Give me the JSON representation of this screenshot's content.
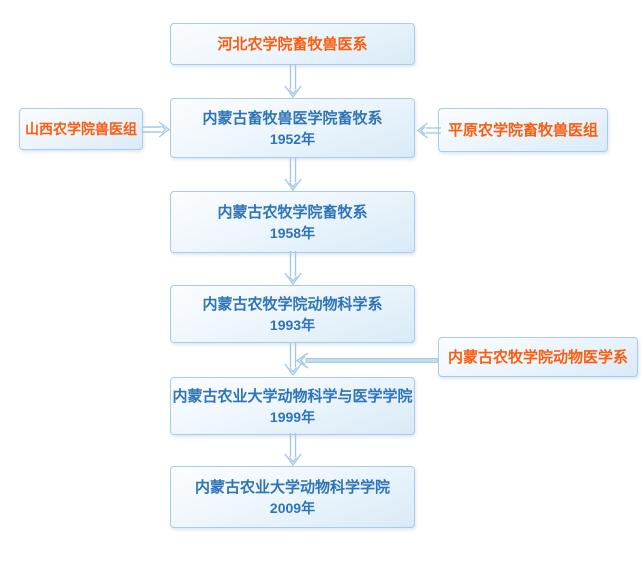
{
  "diagram_type": "flowchart",
  "colors": {
    "box_border": "#abcbe7",
    "box_bg_top": "#fbfdff",
    "box_bg_bottom": "#d9eaf7",
    "main_text": "#2d74b8",
    "merge_text": "#fb5c0f",
    "arrow": "#a4c9e7",
    "arrow_fill": "#c3dcf0"
  },
  "nodes": {
    "origin": {
      "label": "河北农学院畜牧兽医系"
    },
    "main": [
      {
        "label": "内蒙古畜牧兽医学院畜牧系",
        "year": "1952年"
      },
      {
        "label": "内蒙古农牧学院畜牧系",
        "year": "1958年"
      },
      {
        "label": "内蒙古农牧学院动物科学系",
        "year": "1993年"
      },
      {
        "label": "内蒙古农业大学动物科学与医学学院",
        "year": "1999年"
      },
      {
        "label": "内蒙古农业大学动物科学学院",
        "year": "2009年"
      }
    ],
    "merges": [
      {
        "label": "山西农学院兽医组",
        "side": "left",
        "joins": "内蒙古畜牧兽医学院畜牧系"
      },
      {
        "label": "平原农学院畜牧兽医组",
        "side": "right",
        "joins": "内蒙古畜牧兽医学院畜牧系"
      },
      {
        "label": "内蒙古农牧学院动物医学系",
        "side": "right",
        "joins": "内蒙古农业大学动物科学与医学学院"
      }
    ]
  }
}
